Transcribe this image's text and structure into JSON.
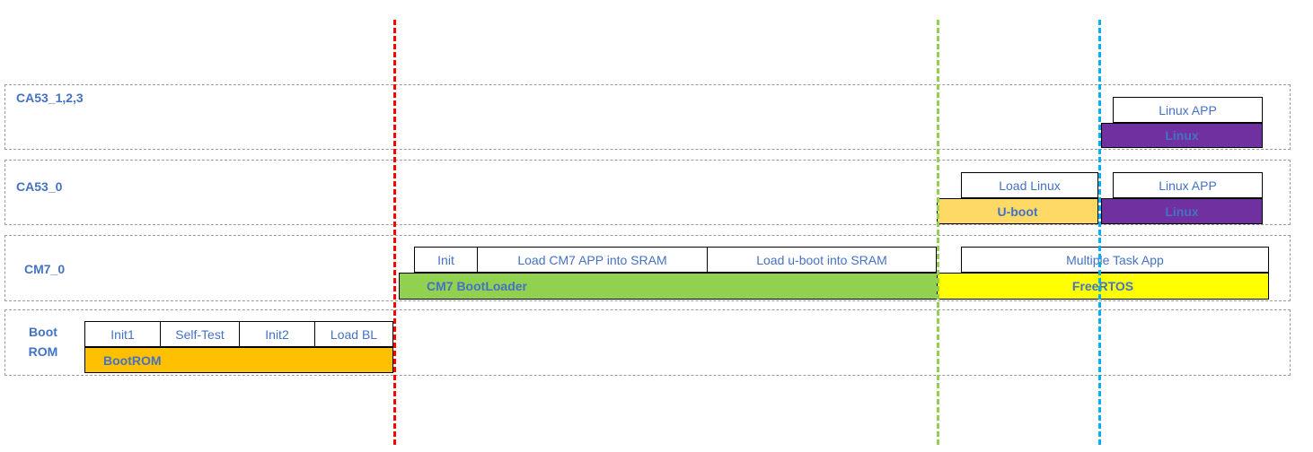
{
  "lanes": {
    "ca53_123": {
      "label": "CA53_1,2,3"
    },
    "ca53_0": {
      "label": "CA53_0"
    },
    "cm7_0": {
      "label": "CM7_0"
    },
    "bootrom": {
      "label_line1": "Boot",
      "label_line2": "ROM"
    }
  },
  "tasks": {
    "ca53_123_linux_app": "Linux APP",
    "ca53_0_load_linux": "Load Linux",
    "ca53_0_linux_app": "Linux APP",
    "cm7_init": "Init",
    "cm7_load_app": "Load CM7 APP into SRAM",
    "cm7_load_uboot": "Load u-boot into SRAM",
    "cm7_multi_task": "Multiple Task App",
    "boot_init1": "Init1",
    "boot_selftest": "Self-Test",
    "boot_init2": "Init2",
    "boot_load_bl": "Load BL"
  },
  "bars": {
    "ca53_123_linux": "Linux",
    "ca53_0_uboot": "U-boot",
    "ca53_0_linux": "Linux",
    "cm7_bootloader": "CM7 BootLoader",
    "cm7_freertos": "FreeRTOS",
    "bootrom": "BootROM"
  },
  "colors": {
    "label_text": "#4472c4",
    "linux": "#7030a0",
    "uboot": "#ffd966",
    "bootloader": "#92d050",
    "freertos": "#ffff00",
    "bootrom": "#ffc000",
    "marker_red": "#ff0000",
    "marker_green": "#92d050",
    "marker_blue": "#00b0f0"
  }
}
